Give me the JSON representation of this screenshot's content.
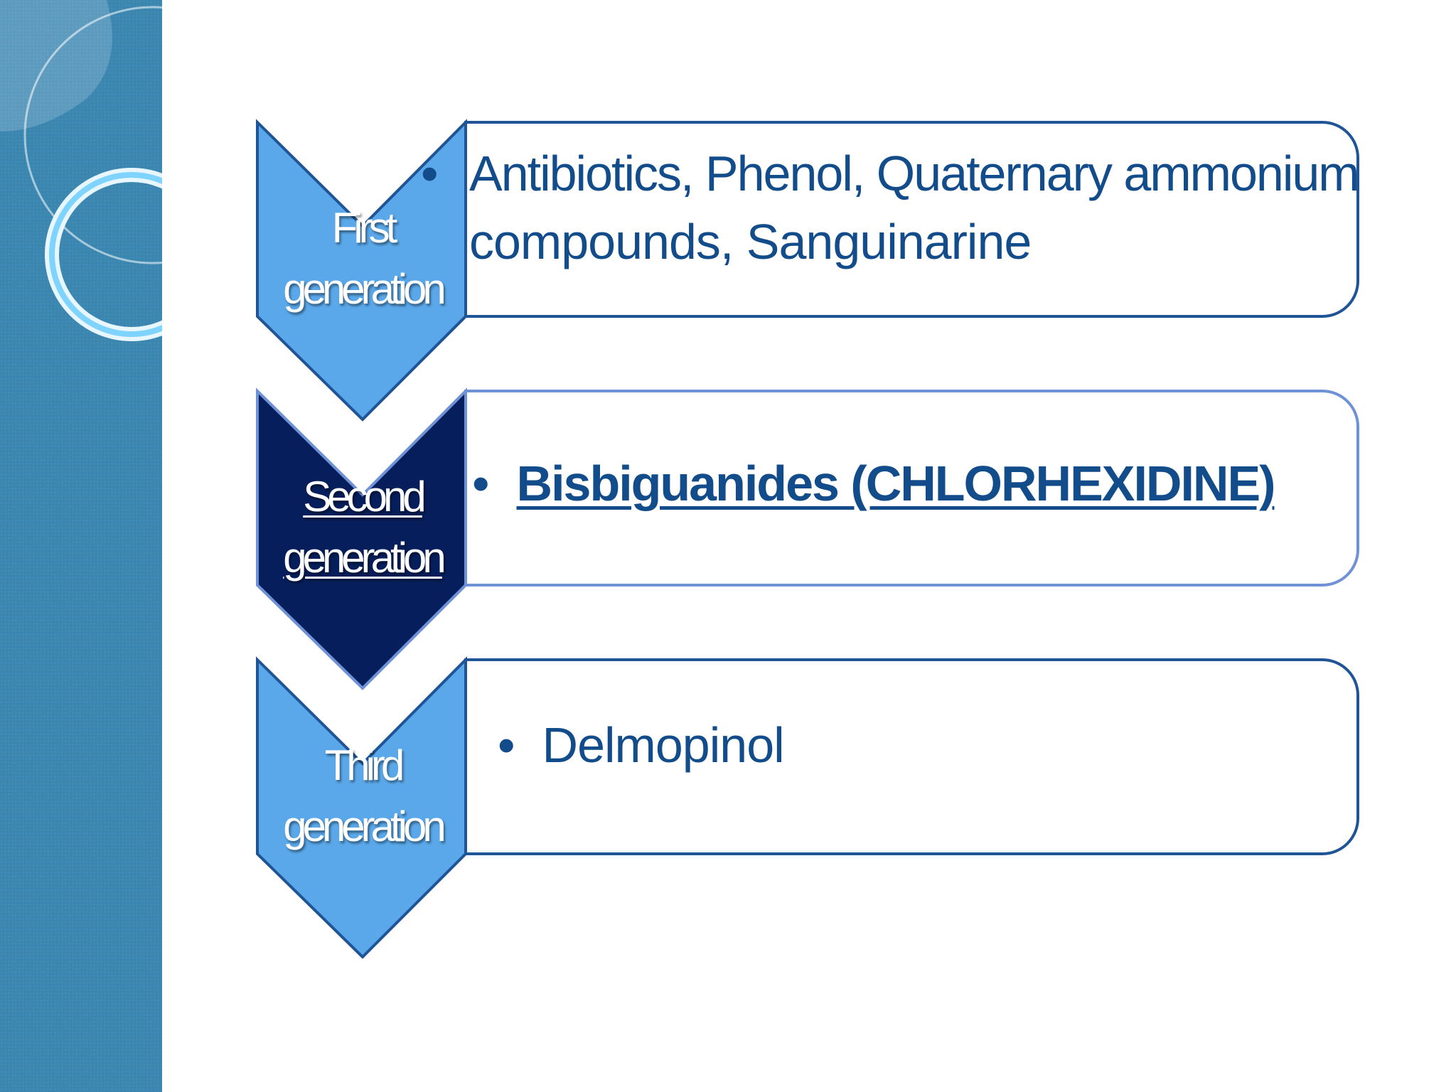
{
  "slide": {
    "colors": {
      "sidebar": "#3a86b0",
      "chevron_light": "#5aa8ea",
      "chevron_dark": "#061f5c",
      "panel_border": "#1f5596",
      "panel_border_light": "#6f92d6",
      "text": "#134c8a"
    },
    "steps": [
      {
        "label_line1": "First",
        "label_line2": "generation",
        "bullet": "•",
        "text_line1": "Antibiotics, Phenol, Quaternary ammonium",
        "text_line2": "compounds, Sanguinarine"
      },
      {
        "label_line1": "Second",
        "label_line2": "generation",
        "bullet": "•",
        "text": "Bisbiguanides (CHLORHEXIDINE)"
      },
      {
        "label_line1": "Third",
        "label_line2": "generation",
        "bullet": "•",
        "text": "Delmopinol"
      }
    ]
  }
}
